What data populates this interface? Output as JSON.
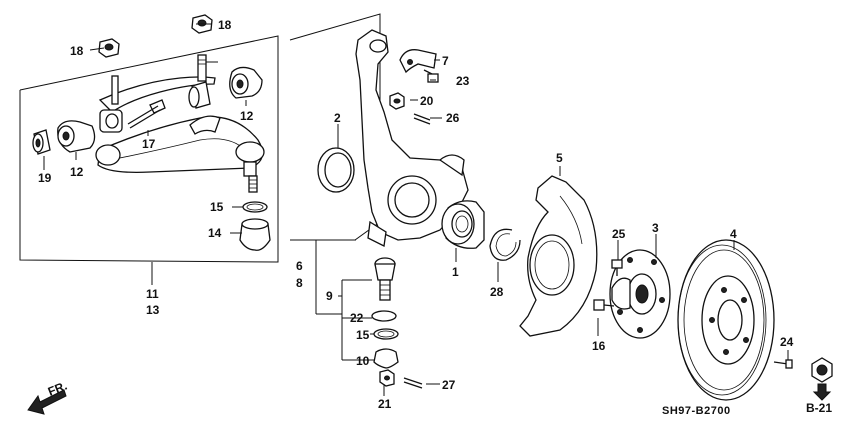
{
  "diagram_code": "SH97-B2700",
  "front_indicator": "FR.",
  "ref_label": "B-21",
  "callouts": {
    "c1": "1",
    "c2": "2",
    "c3": "3",
    "c4": "4",
    "c5": "5",
    "c6": "6",
    "c7": "7",
    "c8": "8",
    "c9": "9",
    "c10": "10",
    "c11": "11",
    "c12a": "12",
    "c12b": "12",
    "c13": "13",
    "c14": "14",
    "c15a": "15",
    "c15b": "15",
    "c16": "16",
    "c17": "17",
    "c18a": "18",
    "c18b": "18",
    "c19": "19",
    "c20": "20",
    "c21": "21",
    "c22": "22",
    "c23": "23",
    "c24": "24",
    "c25": "25",
    "c26": "26",
    "c27": "27",
    "c28": "28"
  }
}
